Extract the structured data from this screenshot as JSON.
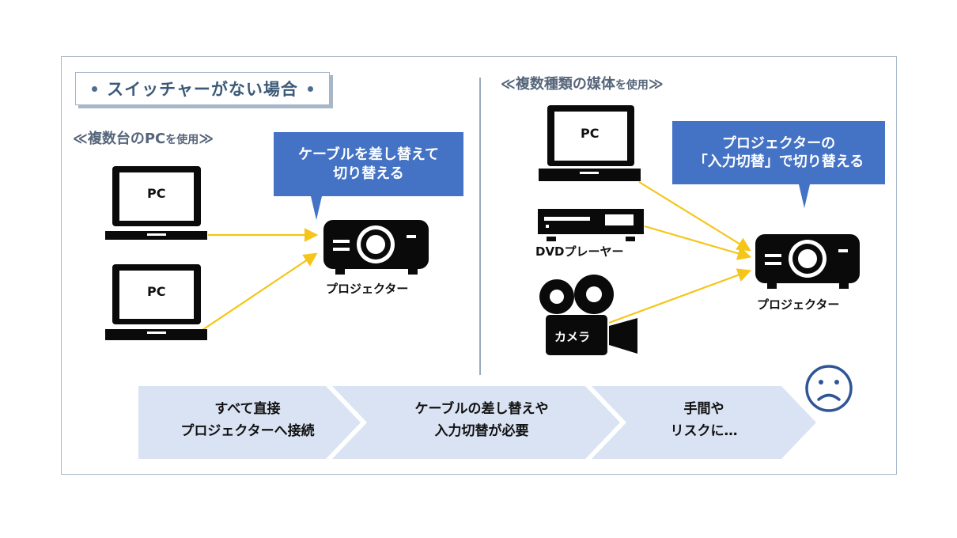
{
  "title": "スイッチャーがない場合",
  "left_section": {
    "heading_main": "≪複数台のPC",
    "heading_small": "を使用",
    "heading_end": "≫",
    "pc1_label": "PC",
    "pc2_label": "PC",
    "callout_line1": "ケーブルを差し替えて",
    "callout_line2": "切り替える",
    "projector_label": "プロジェクター"
  },
  "right_section": {
    "heading_main": "≪複数種類の媒体",
    "heading_small": "を使用",
    "heading_end": "≫",
    "pc_label": "PC",
    "dvd_label": "DVDプレーヤー",
    "camera_label": "カメラ",
    "callout_line1": "プロジェクターの",
    "callout_line2": "「入力切替」で切り替える",
    "projector_label": "プロジェクター"
  },
  "flow": [
    {
      "line1": "すべて直接",
      "line2": "プロジェクターへ接続"
    },
    {
      "line1": "ケーブルの差し替えや",
      "line2": "入力切替が必要"
    },
    {
      "line1": "手間や",
      "line2": "リスクに…"
    }
  ],
  "icons": {
    "emotion": "sad-face-icon",
    "devices": [
      "laptop-icon",
      "dvd-player-icon",
      "video-camera-icon",
      "projector-icon"
    ]
  },
  "colors": {
    "accent_blue": "#4472c4",
    "arrow_yellow": "#f5c518",
    "chevron_fill": "#dae3f3",
    "frame_border": "#a9b9c9",
    "title_text": "#3c5a78"
  }
}
